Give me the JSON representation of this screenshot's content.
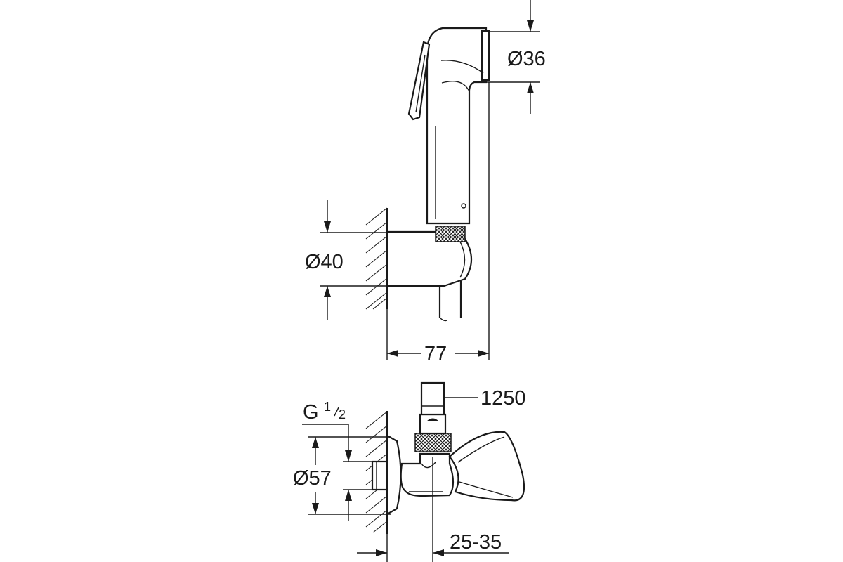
{
  "drawing": {
    "labels": {
      "shower_diameter": "Ø36",
      "holder_diameter": "Ø40",
      "holder_projection": "77",
      "hose_length": "1250",
      "thread_main": "G",
      "thread_num": "1",
      "thread_den": "2",
      "flange_diameter": "Ø57",
      "valve_projection": "25-35"
    }
  }
}
